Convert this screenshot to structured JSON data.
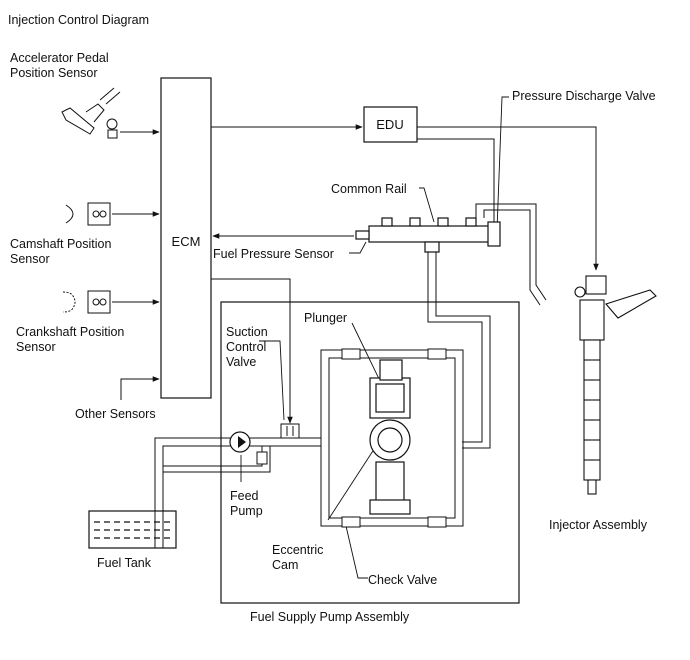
{
  "title": "Injection Control Diagram",
  "labels": {
    "accelerator_sensor": "Accelerator Pedal\nPosition Sensor",
    "camshaft_sensor": "Camshaft Position\nSensor",
    "crankshaft_sensor": "Crankshaft Position\nSensor",
    "other_sensors": "Other Sensors",
    "ecm": "ECM",
    "edu": "EDU",
    "pressure_discharge_valve": "Pressure Discharge Valve",
    "common_rail": "Common Rail",
    "fuel_pressure_sensor": "Fuel Pressure Sensor",
    "suction_control_valve": "Suction\nControl\nValve",
    "plunger": "Plunger",
    "feed_pump": "Feed\nPump",
    "eccentric_cam": "Eccentric\nCam",
    "check_valve": "Check Valve",
    "fuel_tank": "Fuel Tank",
    "fuel_supply_pump_assembly": "Fuel Supply Pump Assembly",
    "injector_assembly": "Injector Assembly"
  }
}
